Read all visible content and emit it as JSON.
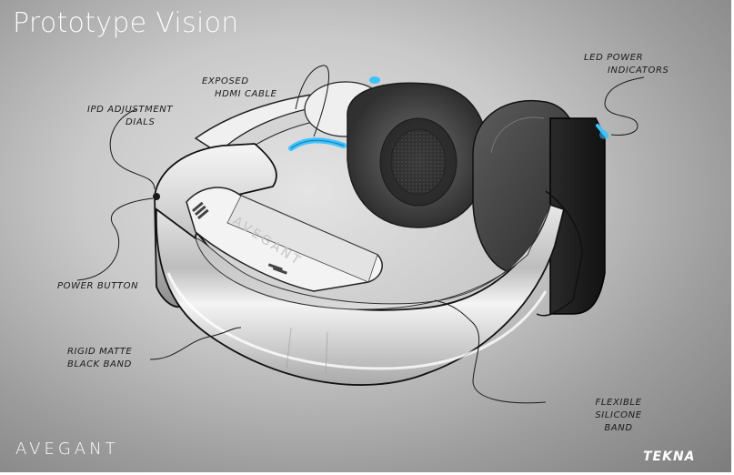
{
  "title": "Prototype Vision",
  "labels": {
    "hdmi": [
      "Exposed",
      "HDMI Cable"
    ],
    "ipd": [
      "IPD Adjustment",
      "Dials"
    ],
    "led": [
      "LED Power",
      "Indicators"
    ],
    "power": [
      "Power Button"
    ],
    "rigid": [
      "Rigid Matte",
      "Black Band"
    ],
    "flexible": [
      "Flexible",
      "Silicone",
      "Band"
    ]
  },
  "logos": {
    "brand": "AVEGANT",
    "studio": "TEKNA"
  },
  "colors": {
    "accent_led": "#3cc3ff",
    "background_center": "#e4e4e4",
    "background_edge": "#7b7b7b",
    "text": "#1a1a1a",
    "logo": "#ffffff"
  }
}
